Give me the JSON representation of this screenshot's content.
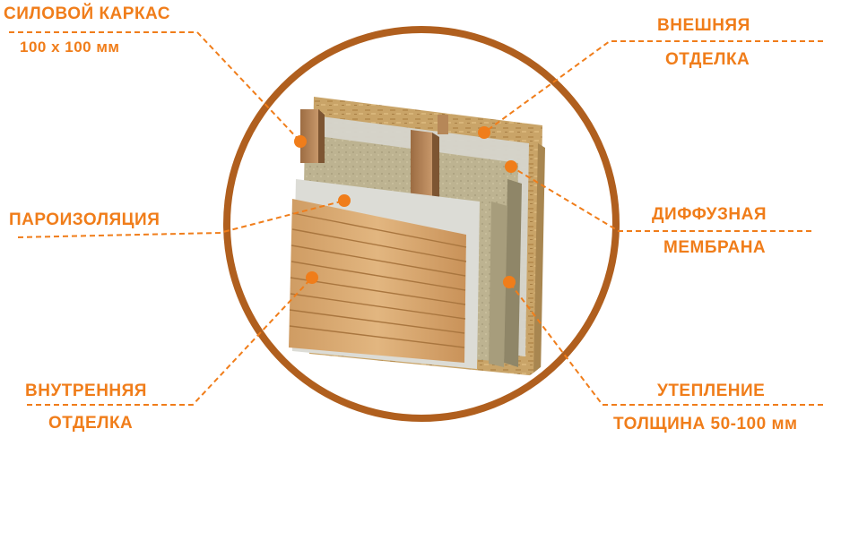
{
  "labels": {
    "frame_title": "СИЛОВОЙ КАРКАС",
    "frame_size": "100 х 100 мм",
    "vapor_barrier": "ПАРОИЗОЛЯЦИЯ",
    "interior_line1": "ВНУТРЕННЯЯ",
    "interior_line2": "ОТДЕЛКА",
    "exterior_line1": "ВНЕШНЯЯ",
    "exterior_line2": "ОТДЕЛКА",
    "membrane_line1": "ДИФФУЗНАЯ",
    "membrane_line2": "МЕМБРАНА",
    "insulation_line1": "УТЕПЛЕНИЕ",
    "insulation_line2": "ТОЛЩИНА 50-100 мм"
  },
  "colors": {
    "accent": "#f07d1a",
    "ring": "#b05f1e",
    "osb": "#c9a468",
    "insulation": "#bdb391",
    "membrane": "#d8d8d2",
    "timber": "#b9875a",
    "planks": "#d9ab73"
  }
}
